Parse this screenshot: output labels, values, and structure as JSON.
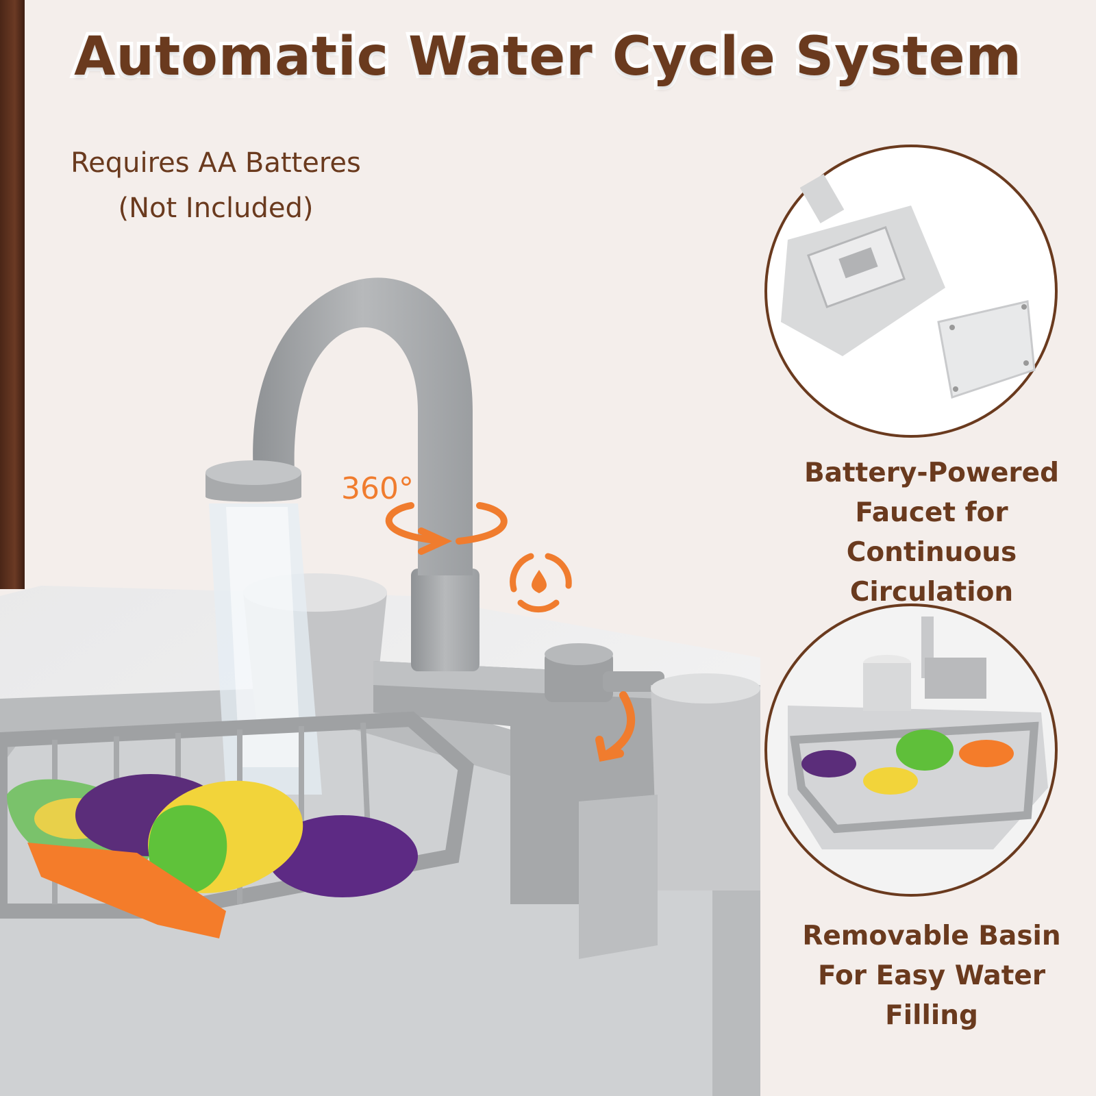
{
  "title": "Automatic Water Cycle System",
  "battery_note": {
    "line1": "Requires AA Batteres",
    "line2": "(Not Included)"
  },
  "rotation_label": "360°",
  "callouts": [
    {
      "line1": "Battery-Powered",
      "line2": "Faucet for Continuous",
      "line3": "Circulation"
    },
    {
      "line1": "Removable Basin",
      "line2": "For Easy Water Filling"
    }
  ],
  "colors": {
    "title": "#6a3a1e",
    "accent": "#f07c2e",
    "background": "#f4eeeb",
    "plastic": "#a9abad"
  },
  "icons": [
    "rotate-arrow-icon",
    "water-cycle-icon",
    "insert-arrow-icon"
  ]
}
